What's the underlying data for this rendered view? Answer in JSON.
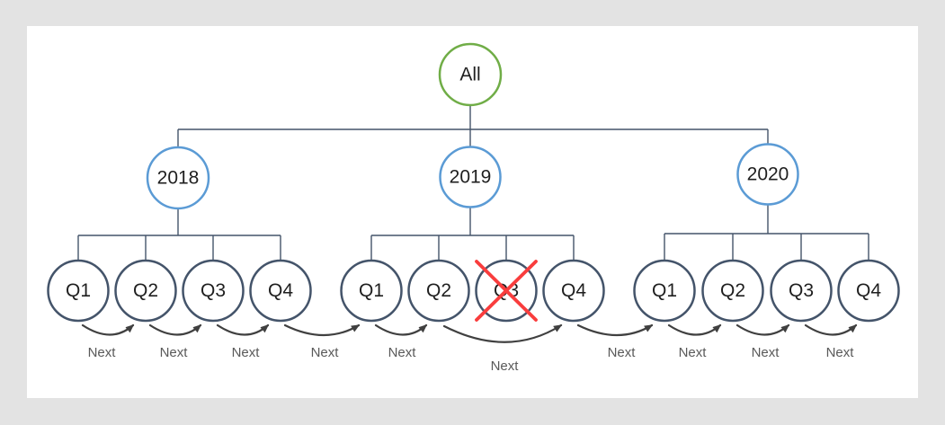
{
  "frame": {
    "background": "#e3e3e3",
    "panel": "#ffffff"
  },
  "palette": {
    "root_stroke": "#70AD47",
    "year_stroke": "#5B9BD5",
    "quarter_stroke": "#44546A",
    "connector": "#44546A",
    "arrow": "#404040",
    "cross": "#F93D3D",
    "node_text": "#1f1f1f",
    "next_text": "#595959"
  },
  "tree": {
    "root": {
      "label": "All"
    },
    "years": [
      {
        "label": "2018",
        "quarters": [
          {
            "label": "Q1"
          },
          {
            "label": "Q2"
          },
          {
            "label": "Q3"
          },
          {
            "label": "Q4"
          }
        ]
      },
      {
        "label": "2019",
        "quarters": [
          {
            "label": "Q1"
          },
          {
            "label": "Q2"
          },
          {
            "label": "Q3",
            "crossed_out": true
          },
          {
            "label": "Q4"
          }
        ]
      },
      {
        "label": "2020",
        "quarters": [
          {
            "label": "Q1"
          },
          {
            "label": "Q2"
          },
          {
            "label": "Q3"
          },
          {
            "label": "Q4"
          }
        ]
      }
    ]
  },
  "next_arrows": [
    {
      "label": "Next",
      "from": "2018 Q1",
      "to": "2018 Q2"
    },
    {
      "label": "Next",
      "from": "2018 Q2",
      "to": "2018 Q3"
    },
    {
      "label": "Next",
      "from": "2018 Q3",
      "to": "2018 Q4"
    },
    {
      "label": "Next",
      "from": "2018 Q4",
      "to": "2019 Q1"
    },
    {
      "label": "Next",
      "from": "2019 Q1",
      "to": "2019 Q2"
    },
    {
      "label": "Next",
      "from": "2019 Q2",
      "to": "2019 Q4"
    },
    {
      "label": "Next",
      "from": "2019 Q4",
      "to": "2020 Q1"
    },
    {
      "label": "Next",
      "from": "2020 Q1",
      "to": "2020 Q2"
    },
    {
      "label": "Next",
      "from": "2020 Q2",
      "to": "2020 Q3"
    },
    {
      "label": "Next",
      "from": "2020 Q3",
      "to": "2020 Q4"
    }
  ]
}
